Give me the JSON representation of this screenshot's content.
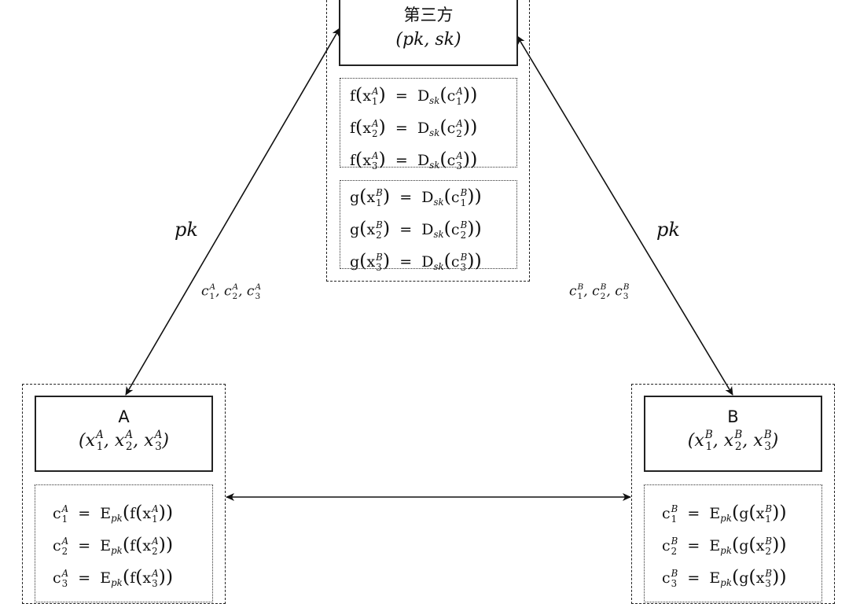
{
  "third_party": {
    "title": "第三方",
    "keys": "(pk, sk)",
    "decrypt_f": [
      {
        "fn": "f",
        "var": "x",
        "sub": "1",
        "sup": "A",
        "op": "=",
        "dfn": "D",
        "dsub": "sk",
        "cvar": "c"
      },
      {
        "fn": "f",
        "var": "x",
        "sub": "2",
        "sup": "A",
        "op": "=",
        "dfn": "D",
        "dsub": "sk",
        "cvar": "c"
      },
      {
        "fn": "f",
        "var": "x",
        "sub": "3",
        "sup": "A",
        "op": "=",
        "dfn": "D",
        "dsub": "sk",
        "cvar": "c"
      }
    ],
    "decrypt_g": [
      {
        "fn": "g",
        "var": "x",
        "sub": "1",
        "sup": "B",
        "op": "=",
        "dfn": "D",
        "dsub": "sk",
        "cvar": "c"
      },
      {
        "fn": "g",
        "var": "x",
        "sub": "2",
        "sup": "B",
        "op": "=",
        "dfn": "D",
        "dsub": "sk",
        "cvar": "c"
      },
      {
        "fn": "g",
        "var": "x",
        "sub": "3",
        "sup": "B",
        "op": "=",
        "dfn": "D",
        "dsub": "sk",
        "cvar": "c"
      }
    ]
  },
  "party_a": {
    "title": "A",
    "vars": [
      {
        "v": "x",
        "sub": "1",
        "sup": "A"
      },
      {
        "v": "x",
        "sub": "2",
        "sup": "A"
      },
      {
        "v": "x",
        "sub": "3",
        "sup": "A"
      }
    ],
    "encrypt": [
      {
        "cvar": "c",
        "sub": "1",
        "sup": "A",
        "op": "=",
        "efn": "E",
        "esub": "pk",
        "fn": "f",
        "var": "x"
      },
      {
        "cvar": "c",
        "sub": "2",
        "sup": "A",
        "op": "=",
        "efn": "E",
        "esub": "pk",
        "fn": "f",
        "var": "x"
      },
      {
        "cvar": "c",
        "sub": "3",
        "sup": "A",
        "op": "=",
        "efn": "E",
        "esub": "pk",
        "fn": "f",
        "var": "x"
      }
    ]
  },
  "party_b": {
    "title": "B",
    "vars": [
      {
        "v": "x",
        "sub": "1",
        "sup": "B"
      },
      {
        "v": "x",
        "sub": "2",
        "sup": "B"
      },
      {
        "v": "x",
        "sub": "3",
        "sup": "B"
      }
    ],
    "encrypt": [
      {
        "cvar": "c",
        "sub": "1",
        "sup": "B",
        "op": "=",
        "efn": "E",
        "esub": "pk",
        "fn": "g",
        "var": "x"
      },
      {
        "cvar": "c",
        "sub": "2",
        "sup": "B",
        "op": "=",
        "efn": "E",
        "esub": "pk",
        "fn": "g",
        "var": "x"
      },
      {
        "cvar": "c",
        "sub": "3",
        "sup": "B",
        "op": "=",
        "efn": "E",
        "esub": "pk",
        "fn": "g",
        "var": "x"
      }
    ]
  },
  "edges": {
    "left_key_label": "pk",
    "right_key_label": "pk",
    "left_cipher_label": [
      {
        "v": "c",
        "sub": "1",
        "sup": "A"
      },
      {
        "v": "c",
        "sub": "2",
        "sup": "A"
      },
      {
        "v": "c",
        "sub": "3",
        "sup": "A"
      }
    ],
    "right_cipher_label": [
      {
        "v": "c",
        "sub": "1",
        "sup": "B"
      },
      {
        "v": "c",
        "sub": "2",
        "sup": "B"
      },
      {
        "v": "c",
        "sub": "3",
        "sup": "B"
      }
    ]
  }
}
